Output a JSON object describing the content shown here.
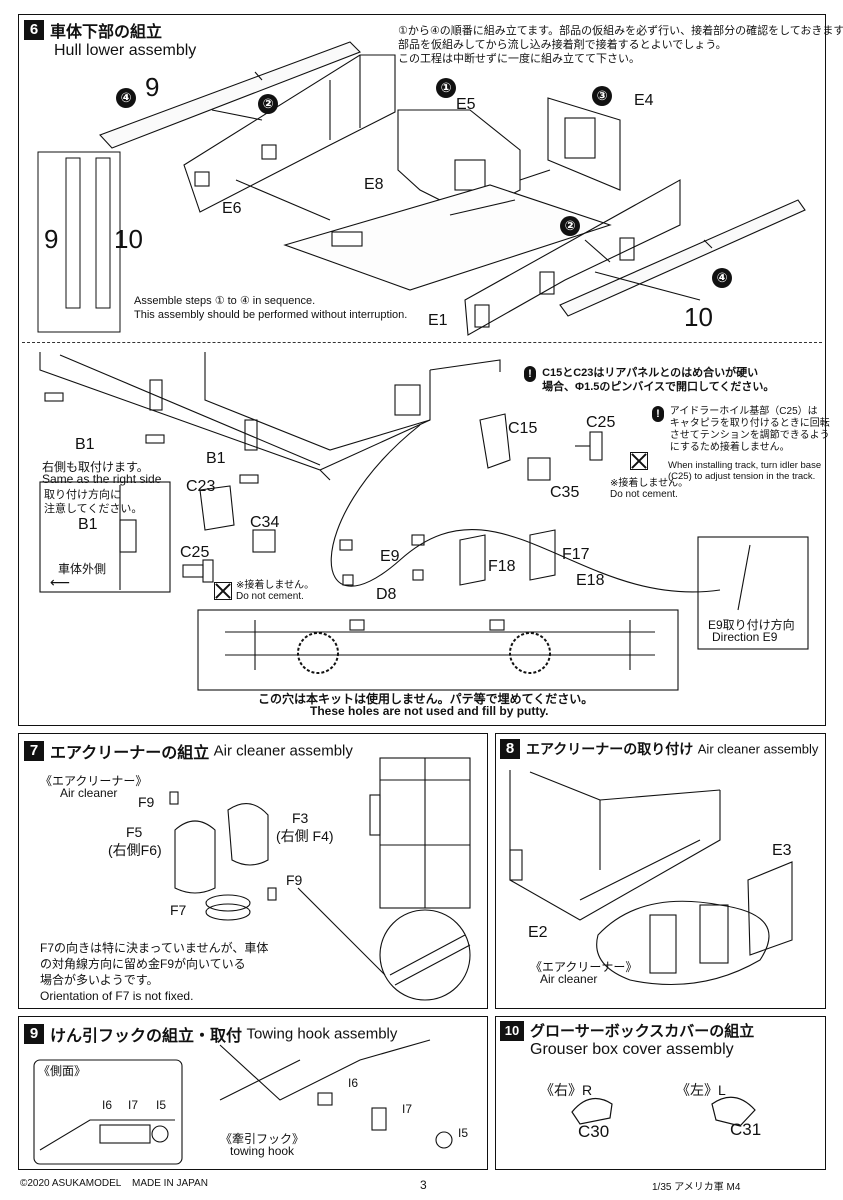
{
  "step6": {
    "number": "6",
    "title_jp": "車体下部の組立",
    "title_en": "Hull lower assembly",
    "note_jp": [
      "①から④の順番に組み立てます。部品の仮組みを必ず行い、接着部分の確認をしておきます。",
      "部品を仮組みしてから流し込み接着剤で接着するとよいでしょう。",
      "この工程は中断せずに一度に組み立てて下さい。"
    ],
    "note_en": [
      "Assemble steps ① to ④ in sequence.",
      "This assembly should be performed without interruption."
    ],
    "order": [
      "1",
      "2",
      "3",
      "4"
    ],
    "parts": [
      "9",
      "10",
      "E5",
      "E4",
      "E6",
      "E8",
      "E1"
    ],
    "sprue_labels": [
      "9",
      "10"
    ],
    "parts_lower": [
      "B1",
      "C15",
      "C25",
      "C35",
      "C23",
      "C34",
      "E9",
      "D8",
      "F18",
      "F17",
      "E18"
    ],
    "right_side_jp": "右側も取付けます。",
    "right_side_en": "Same as the right side",
    "mount_dir_jp": [
      "取り付け方向に",
      "注意してください。"
    ],
    "hull_outside_jp": "車体外側",
    "hole_note_jp": [
      "C15とC23はリアパネルとのはめ合いが硬い",
      "場合、Φ1.5のピンバイスで開口してください。"
    ],
    "idler_note_jp": [
      "アイドラーホイル基部（C25）は",
      "キャタピラを取り付けるときに回転",
      "させてテンションを調節できるよう",
      "にするため接着しません。"
    ],
    "idler_note_en": [
      "When installing track, turn idler base",
      "(C25) to adjust tension in the track."
    ],
    "no_cement_jp": "※接着しません。",
    "no_cement_en": "Do not cement.",
    "e9_dir_jp": "E9取り付け方向",
    "e9_dir_en": "Direction E9",
    "putty_jp": "この穴は本キットは使用しません。パテ等で埋めてください。",
    "putty_en": "These holes are not used and fill by putty."
  },
  "step7": {
    "number": "7",
    "title_jp": "エアクリーナーの組立",
    "title_en": "Air cleaner assembly",
    "sub_jp": "《エアクリーナー》",
    "sub_en": "Air cleaner",
    "labels": [
      "F9",
      "F3",
      "(右側 F4)",
      "F5",
      "(右側F6)",
      "F7",
      "F9"
    ],
    "note_jp": [
      "F7の向きは特に決まっていませんが、車体",
      "の対角線方向に留め金F9が向いている",
      "場合が多いようです。"
    ],
    "note_en": "Orientation of F7 is not fixed."
  },
  "step8": {
    "number": "8",
    "title_jp": "エアクリーナーの取り付け",
    "title_en": "Air cleaner assembly",
    "labels": [
      "E3",
      "E2"
    ],
    "sub_jp": "《エアクリーナー》",
    "sub_en": "Air cleaner"
  },
  "step9": {
    "number": "9",
    "title_jp": "けん引フックの組立・取付",
    "title_en": "Towing hook assembly",
    "side_jp": "《側面》",
    "side_labels": [
      "I6",
      "I7",
      "I5"
    ],
    "labels": [
      "I6",
      "I7",
      "I5"
    ],
    "hook_jp": "《牽引フック》",
    "hook_en": "towing hook"
  },
  "step10": {
    "number": "10",
    "title_jp": "グローサーボックスカバーの組立",
    "title_en": "Grouser box cover assembly",
    "right_label": "《右》R",
    "left_label": "《左》L",
    "right_part": "C30",
    "left_part": "C31"
  },
  "footer": {
    "copyright": "©2020 ASUKAMODEL",
    "made_in": "MADE IN JAPAN",
    "page": "3",
    "scale_title": "1/35 アメリカ軍 M4"
  },
  "icons": [
    "warning-icon",
    "no-cement-icon",
    "order-number-icon"
  ]
}
